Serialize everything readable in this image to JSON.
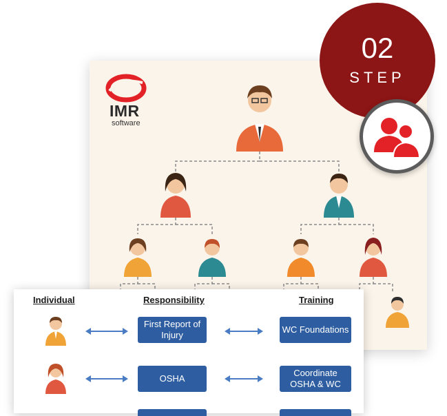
{
  "logo": {
    "brand": "IMR",
    "sub": "software"
  },
  "step": {
    "number": "02",
    "word": "STEP"
  },
  "table": {
    "headers": {
      "individual": "Individual",
      "responsibility": "Responsibility",
      "training": "Training"
    },
    "rows": [
      {
        "responsibility": "First Report of Injury",
        "training": "WC Foundations"
      },
      {
        "responsibility": "OSHA",
        "training": "Coordinate OSHA & WC"
      }
    ]
  },
  "colors": {
    "step_red": "#8c1515",
    "accent_red": "#e32227",
    "box_blue": "#2e5ea1",
    "arrow_blue": "#4a7cc4"
  }
}
